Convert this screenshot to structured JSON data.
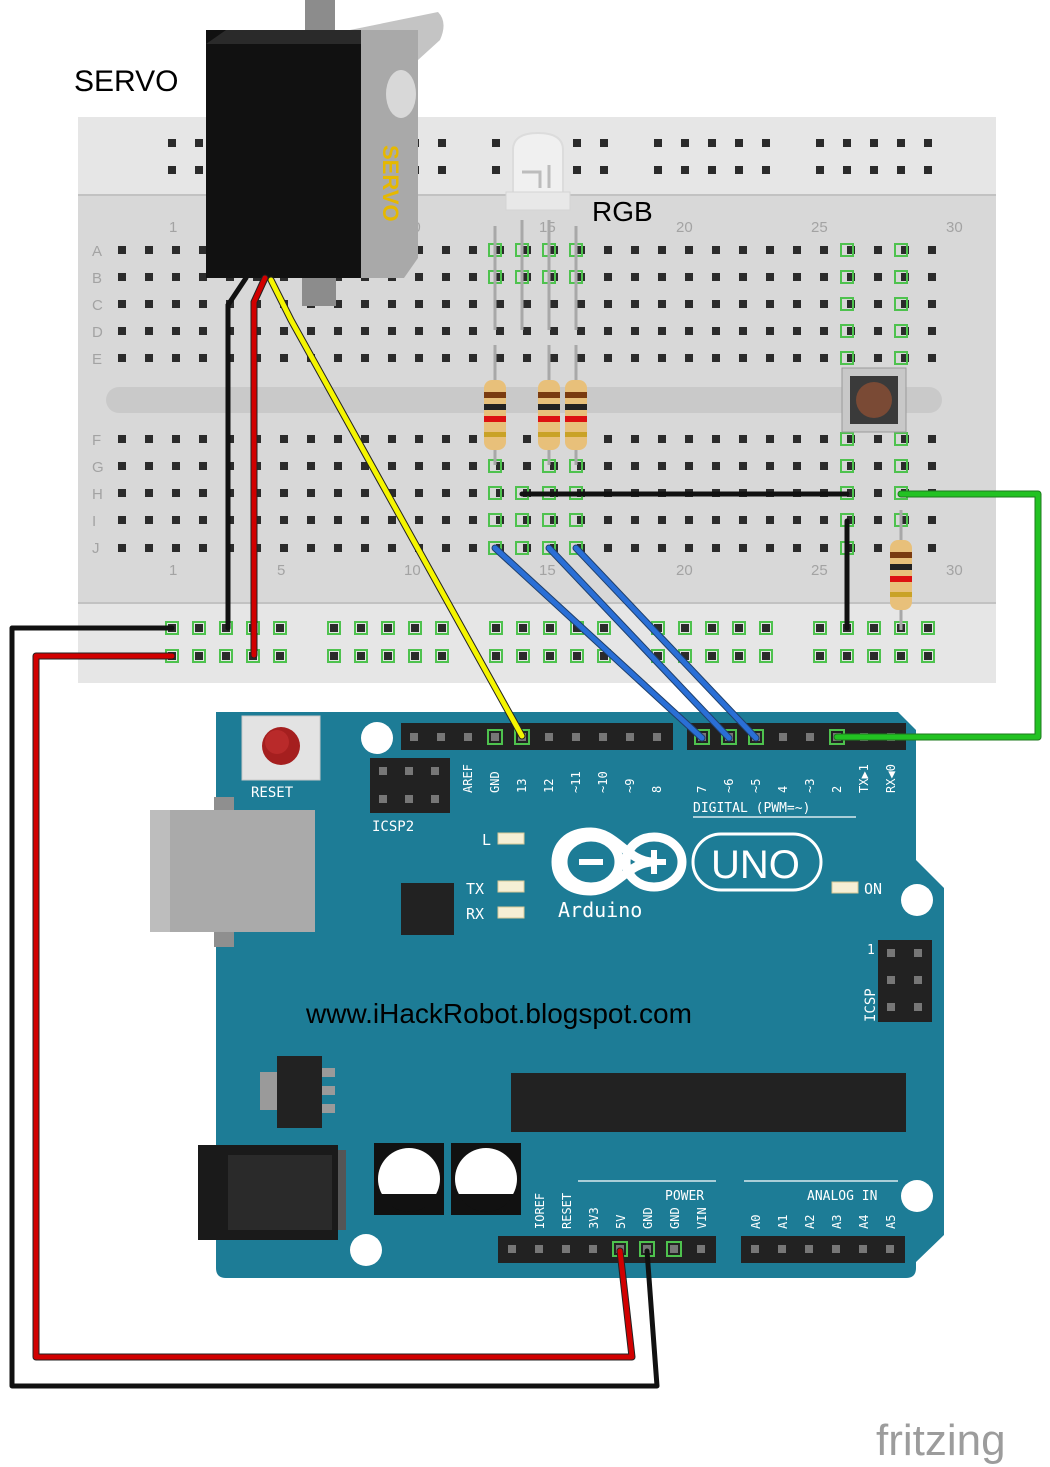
{
  "labels": {
    "servo": "SERVO",
    "servo_body": "SERVO",
    "rgb": "RGB",
    "website": "www.iHackRobot.blogspot.com",
    "watermark": "fritzing"
  },
  "breadboard": {
    "row_letters_top": [
      "A",
      "B",
      "C",
      "D",
      "E"
    ],
    "row_letters_bottom": [
      "F",
      "G",
      "H",
      "I",
      "J"
    ],
    "column_numbers": [
      "1",
      "5",
      "10",
      "15",
      "20",
      "25",
      "30"
    ]
  },
  "arduino": {
    "reset_label": "RESET",
    "icsp2_label": "ICSP2",
    "icsp_label": "ICSP",
    "icsp_pin1": "1",
    "digital_header_labels": [
      "AREF",
      "GND",
      "13",
      "12",
      "~11",
      "~10",
      "~9",
      "8",
      "7",
      "~6",
      "~5",
      "4",
      "~3",
      "2",
      "TX▶1",
      "RX◀0"
    ],
    "digital_label": "DIGITAL (PWM=~)",
    "led_labels": [
      "L",
      "TX",
      "RX"
    ],
    "on_label": "ON",
    "uno_label": "UNO",
    "brand_label": "Arduino",
    "power_label": "POWER",
    "analog_label": "ANALOG IN",
    "power_pins": [
      "IOREF",
      "RESET",
      "3V3",
      "5V",
      "GND",
      "GND",
      "VIN"
    ],
    "analog_pins": [
      "A0",
      "A1",
      "A2",
      "A3",
      "A4",
      "A5"
    ]
  },
  "colors": {
    "board": "#1d7c96",
    "breadboard": "#d8d8d8",
    "wire_black": "#111111",
    "wire_red": "#d10000",
    "wire_yellow": "#f5f500",
    "wire_blue": "#2a6fd6",
    "wire_green": "#22c222"
  }
}
